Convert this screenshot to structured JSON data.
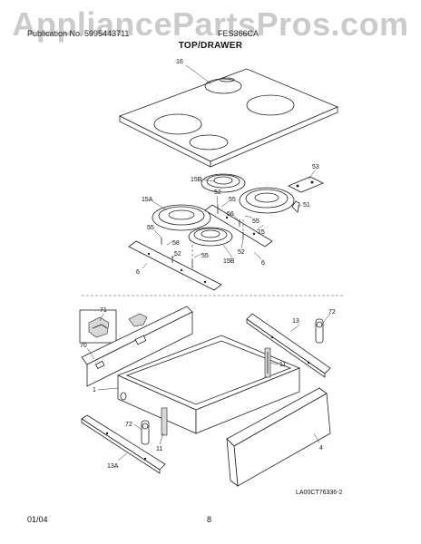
{
  "header": {
    "left_text": "Publication No. 5995443711",
    "right_text": "FES366CA",
    "title": "TOP/DRAWER",
    "watermark": "AppliancePartsPros.com"
  },
  "callouts": {
    "c16": "16",
    "c53": "53",
    "c15B_top": "15B",
    "c15A": "15A",
    "c52_top": "52",
    "c55_top": "55",
    "c56": "56",
    "c55_mid": "55",
    "c51": "51",
    "c15": "15",
    "c55_left": "55",
    "c58": "58",
    "c52_mid": "52",
    "c52_right": "52",
    "c55_low": "55",
    "c15B_low": "15B",
    "c6_left": "6",
    "c6_right": "6",
    "c71": "71",
    "c13_top": "13",
    "c72_top": "72",
    "c70": "70",
    "c11_right": "11",
    "c1": "1",
    "c72_low": "72",
    "c11_low": "11",
    "c4": "4",
    "c13A": "13A"
  },
  "diagram_code": "LA00CT76336-2",
  "footer": {
    "date": "01/04",
    "page": "8"
  }
}
